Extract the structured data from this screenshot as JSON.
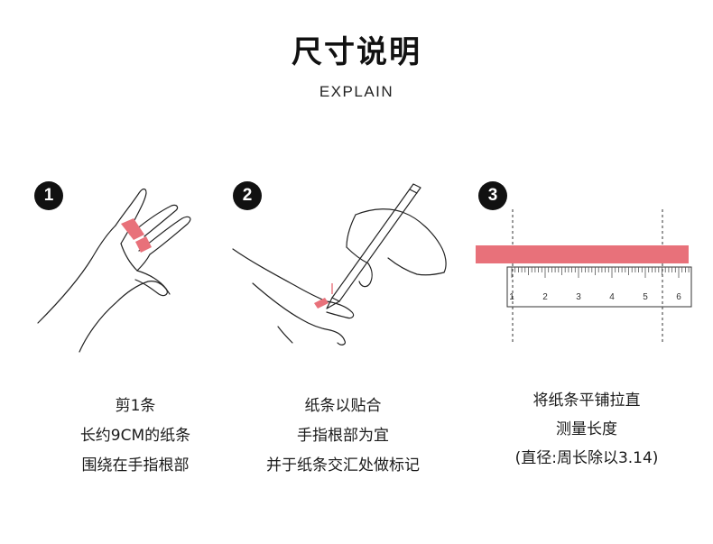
{
  "title": "尺寸说明",
  "subtitle": "EXPLAIN",
  "colors": {
    "accent": "#e8717a",
    "ink": "#1a1a1a",
    "badge": "#111111"
  },
  "steps": [
    {
      "number": "1",
      "lines": [
        "剪1条",
        "长约9CM的纸条",
        "围绕在手指根部"
      ]
    },
    {
      "number": "2",
      "lines": [
        "纸条以贴合",
        "手指根部为宜",
        "并于纸条交汇处做标记"
      ]
    },
    {
      "number": "3",
      "lines": [
        "将纸条平铺拉直",
        "测量长度",
        "(直径:周长除以3.14)"
      ]
    }
  ],
  "ruler": {
    "ticks": [
      "1",
      "2",
      "3",
      "4",
      "5",
      "6"
    ]
  }
}
